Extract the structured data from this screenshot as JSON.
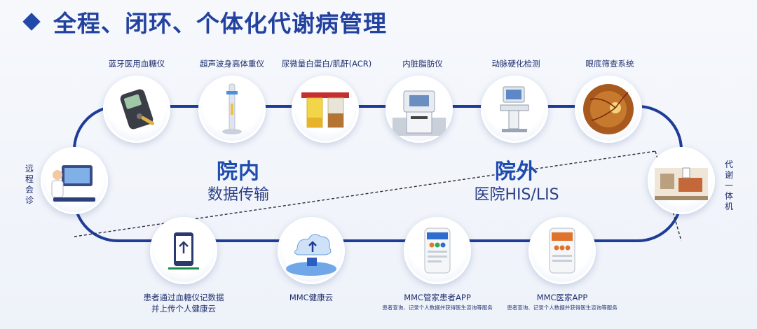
{
  "title": "全程、闭环、个体化代谢病管理",
  "colors": {
    "accent": "#2448a8",
    "loop": "#1f3c96",
    "zone": "#1e4bb0"
  },
  "top_devices": [
    {
      "label": "蓝牙医用血糖仪",
      "icon": "glucose-meter-icon"
    },
    {
      "label": "超声波身高体重仪",
      "icon": "height-scale-icon"
    },
    {
      "label": "尿微量白蛋白/肌酐(ACR)",
      "icon": "urine-test-icon"
    },
    {
      "label": "内脏脂肪仪",
      "icon": "fat-analyzer-icon"
    },
    {
      "label": "动脉硬化检测",
      "icon": "arterial-monitor-icon"
    },
    {
      "label": "眼底筛查系统",
      "icon": "fundus-eye-icon"
    }
  ],
  "left_node": {
    "label": "远程会诊",
    "icon": "telemedicine-icon"
  },
  "right_node": {
    "label": "代谢一体机",
    "icon": "integrated-machine-icon"
  },
  "bottom_nodes": [
    {
      "label": "患者通过血糖仪记数据",
      "label2": "并上传个人健康云",
      "sub": "",
      "icon": "phone-upload-icon"
    },
    {
      "label": "MMC健康云",
      "label2": "",
      "sub": "",
      "icon": "cloud-server-icon"
    },
    {
      "label": "MMC管家患者APP",
      "label2": "",
      "sub": "患者查询、记录个人数据并获得医生咨询等服务",
      "icon": "patient-app-icon"
    },
    {
      "label": "MMC医家APP",
      "label2": "",
      "sub": "患者查询、记录个人数据并获得医生咨询等服务",
      "icon": "doctor-app-icon"
    }
  ],
  "zones": {
    "inside": {
      "title": "院内",
      "sub": "数据传输"
    },
    "outside": {
      "title": "院外",
      "sub": "医院HIS/LIS"
    }
  }
}
